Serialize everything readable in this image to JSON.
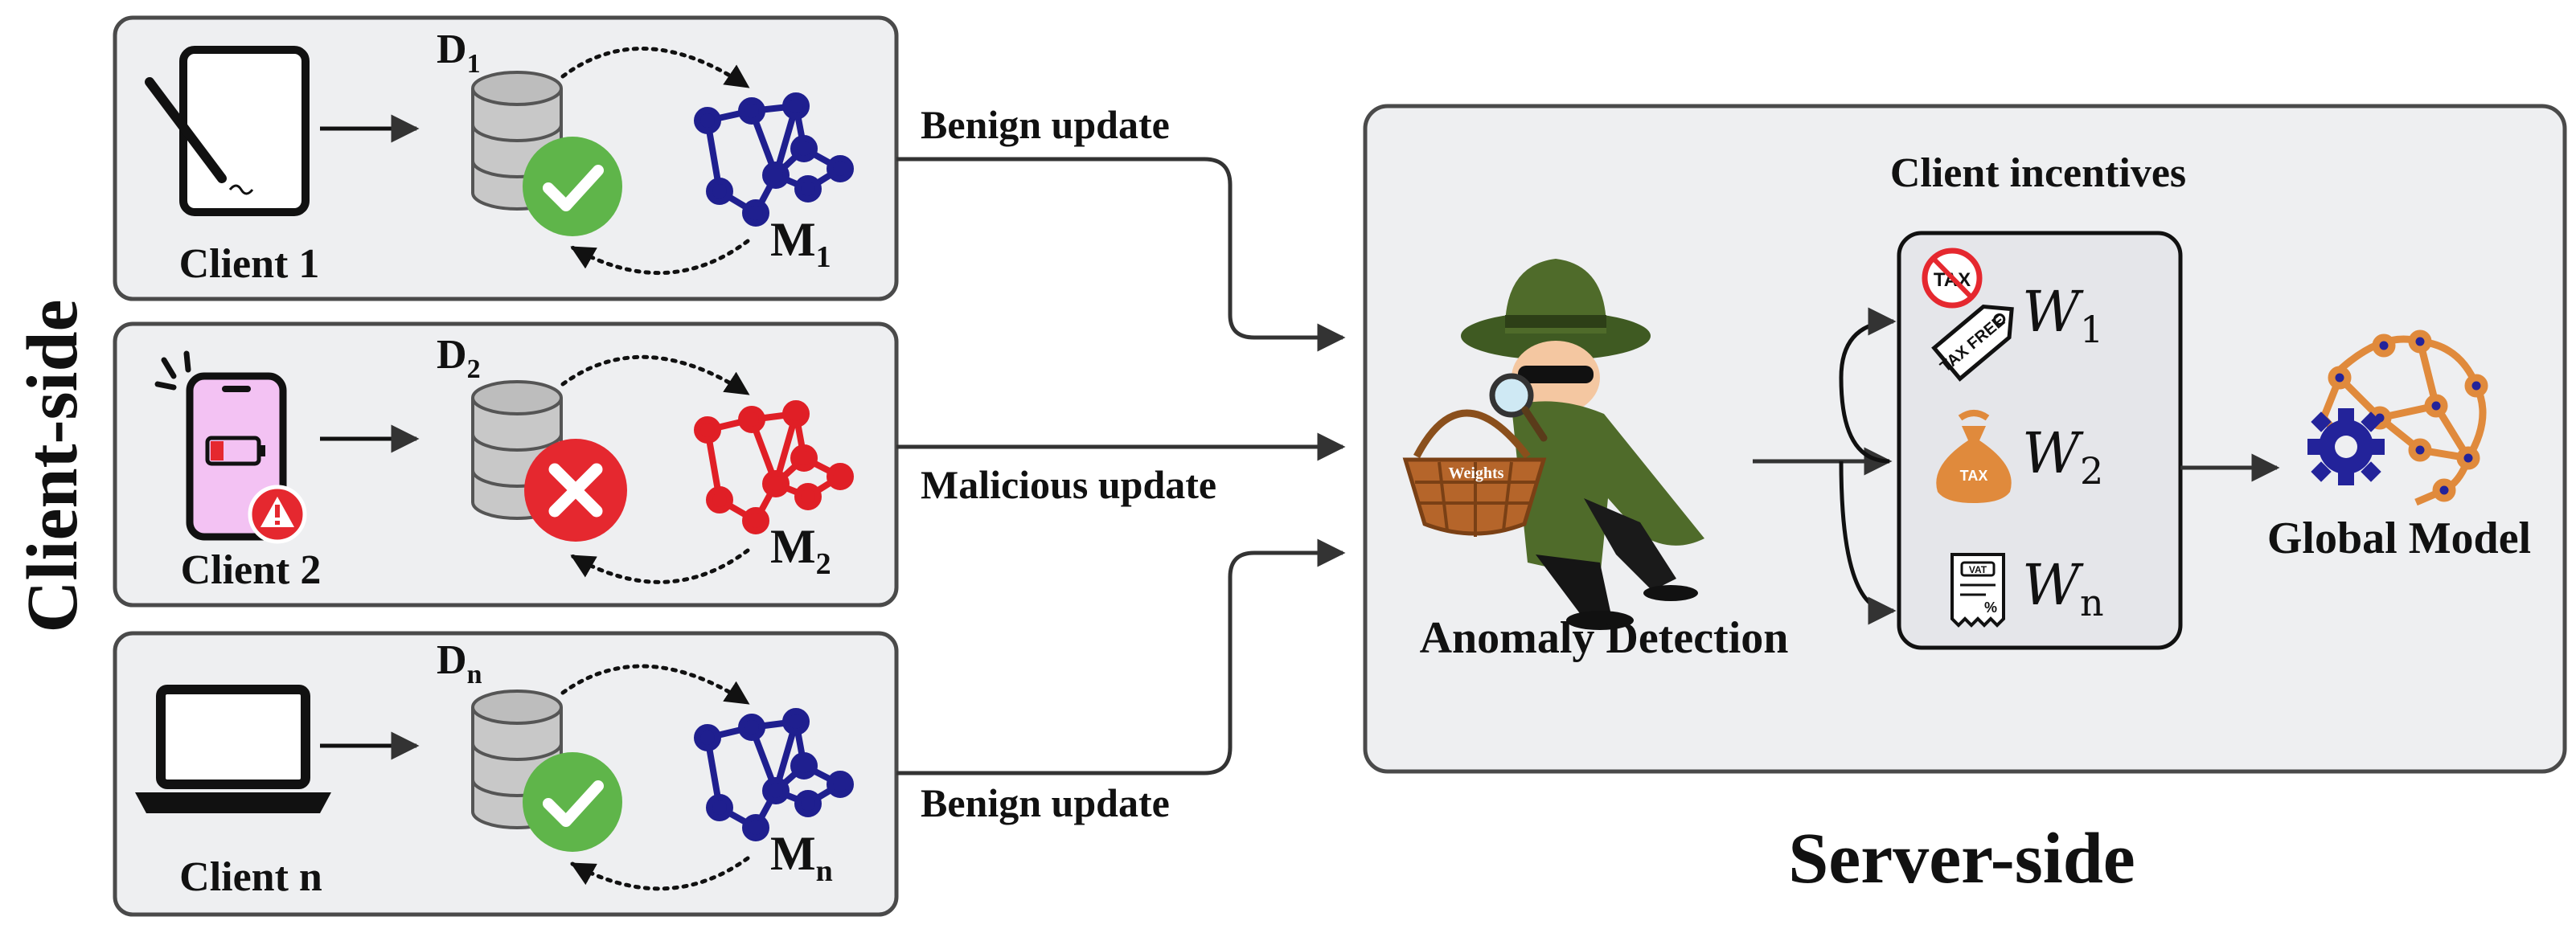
{
  "client_side_title": "Client-side",
  "server_side_title": "Server-side",
  "clients": [
    {
      "label": "Client 1",
      "dataset": "D",
      "dataset_sub": "1",
      "model": "M",
      "model_sub": "1",
      "status": "benign"
    },
    {
      "label": "Client 2",
      "dataset": "D",
      "dataset_sub": "2",
      "model": "M",
      "model_sub": "2",
      "status": "malicious"
    },
    {
      "label": "Client n",
      "dataset": "D",
      "dataset_sub": "n",
      "model": "M",
      "model_sub": "n",
      "status": "benign"
    }
  ],
  "updates": [
    "Benign update",
    "Malicious update",
    "Benign update"
  ],
  "server": {
    "anomaly_label": "Anomaly Detection",
    "basket_text": "Weights",
    "incentives_title": "Client incentives",
    "weights": [
      {
        "symbol": "W",
        "sub": "1",
        "icon": "tax-free-tag-icon"
      },
      {
        "symbol": "W",
        "sub": "2",
        "icon": "tax-bag-icon"
      },
      {
        "symbol": "W",
        "sub": "n",
        "icon": "vat-receipt-icon"
      }
    ],
    "tax_badge": "TAX",
    "tax_free_tag": "TAX FREE",
    "tax_bag": "TAX",
    "vat_receipt": "VAT",
    "receipt_mark": "%",
    "global_model_label": "Global Model"
  },
  "colors": {
    "panel_bg": "#eeeff1",
    "panel_border": "#4a4a4a",
    "benign_network": "#1f1f8f",
    "malicious_network": "#e01f26",
    "check_green": "#5fb54a",
    "cross_red": "#e5282f",
    "phone_pink": "#f3c2f3",
    "brain_orange": "#e08a3c",
    "gear_blue": "#23239a",
    "spy_green": "#4f6b2a"
  }
}
